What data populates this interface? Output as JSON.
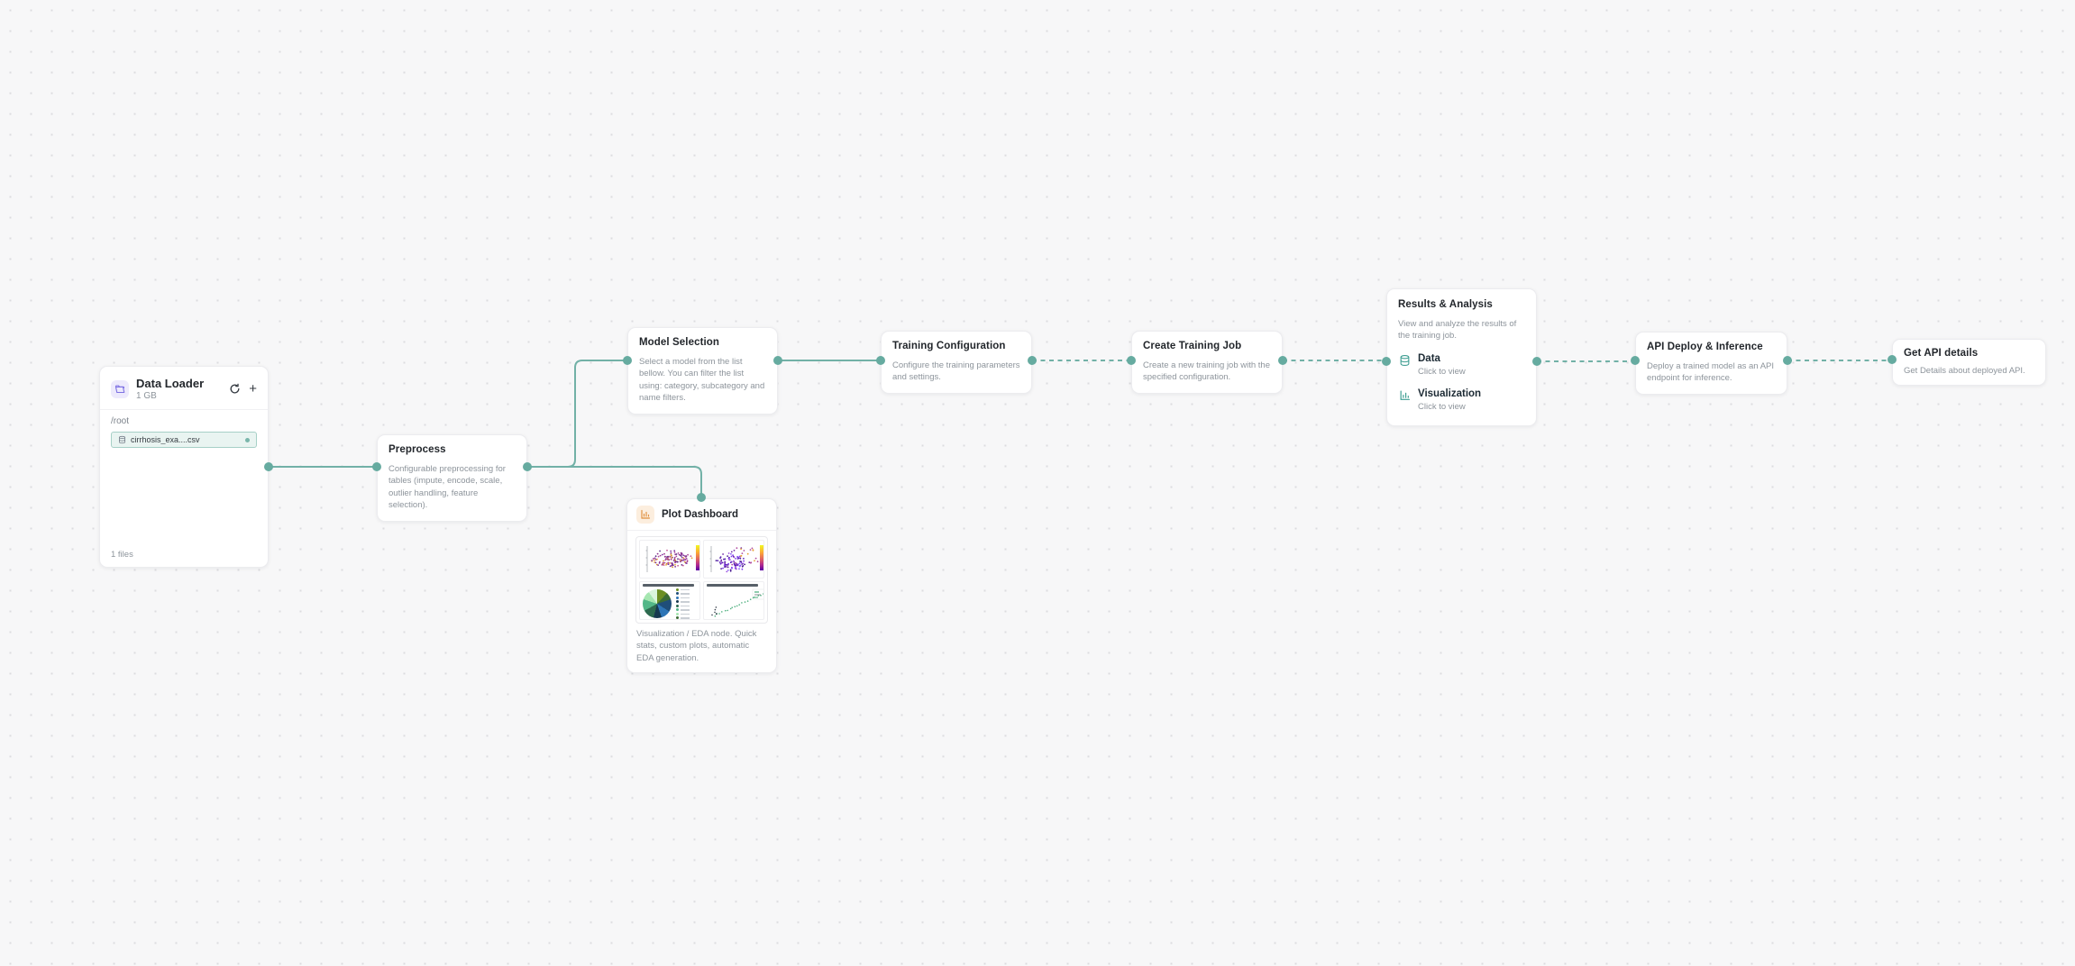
{
  "app": {
    "background": "#f7f7f8",
    "accent_teal": "#6cb0a5",
    "accent_purple": "#7e72e3",
    "accent_orange": "#e09045"
  },
  "nodes": {
    "data_loader": {
      "title": "Data Loader",
      "size": "1 GB",
      "path": "/root",
      "file": {
        "name": "cirrhosis_exa....csv"
      },
      "footer": "1 files"
    },
    "preprocess": {
      "title": "Preprocess",
      "description": "Configurable preprocessing for tables (impute, encode, scale, outlier handling, feature selection)."
    },
    "model_selection": {
      "title": "Model Selection",
      "description": "Select a model from the list bellow. You can filter the list using: category, subcategory and name filters."
    },
    "plot_dashboard": {
      "title": "Plot Dashboard",
      "description": "Visualization / EDA node. Quick stats, custom plots, automatic EDA generation."
    },
    "training_configuration": {
      "title": "Training Configuration",
      "description": "Configure the training parameters and settings."
    },
    "create_training_job": {
      "title": "Create Training Job",
      "description": "Create a new training job with the specified configuration."
    },
    "results_analysis": {
      "title": "Results & Analysis",
      "description": "View and analyze the results of the training job.",
      "items": [
        {
          "label": "Data",
          "hint": "Click to view"
        },
        {
          "label": "Visualization",
          "hint": "Click to view"
        }
      ]
    },
    "api_deploy_inference": {
      "title": "API Deploy & Inference",
      "description": "Deploy a trained model as an API endpoint for inference."
    },
    "get_api_details": {
      "title": "Get API details",
      "description": "Get Details about deployed API."
    }
  }
}
